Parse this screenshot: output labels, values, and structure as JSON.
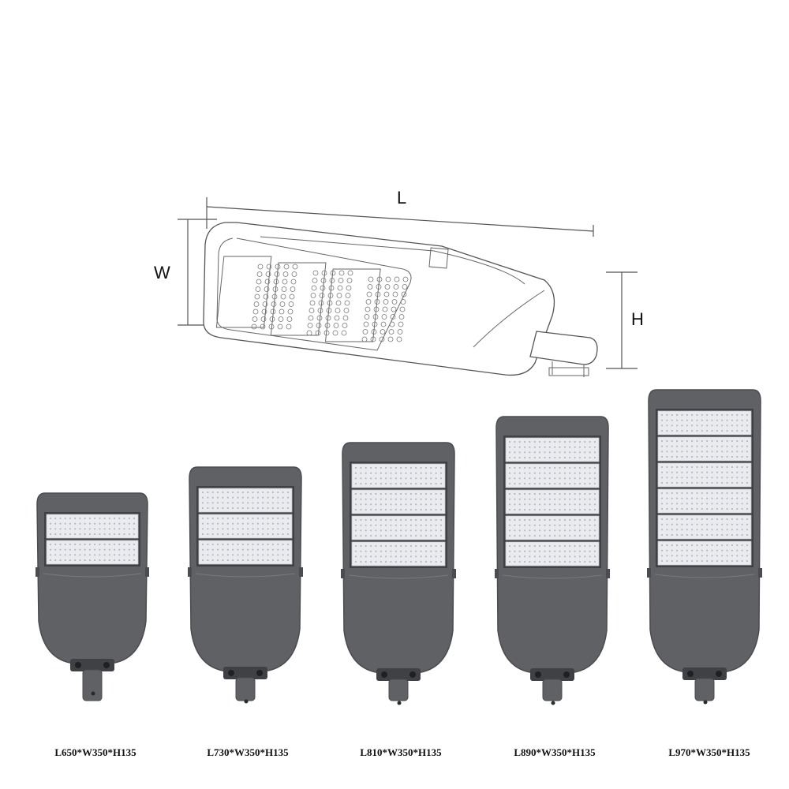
{
  "diagram": {
    "dimension_labels": {
      "length": "L",
      "width": "W",
      "height": "H"
    }
  },
  "products": [
    {
      "label": "L650*W350*H135",
      "modules": 2
    },
    {
      "label": "L730*W350*H135",
      "modules": 3
    },
    {
      "label": "L810*W350*H135",
      "modules": 4
    },
    {
      "label": "L890*W350*H135",
      "modules": 5
    },
    {
      "label": "L970*W350*H135",
      "modules": 6
    }
  ],
  "colors": {
    "housing": "#5f6165",
    "housing_dark": "#4a4c50",
    "panel": "#e9ebef",
    "line": "#555555"
  }
}
